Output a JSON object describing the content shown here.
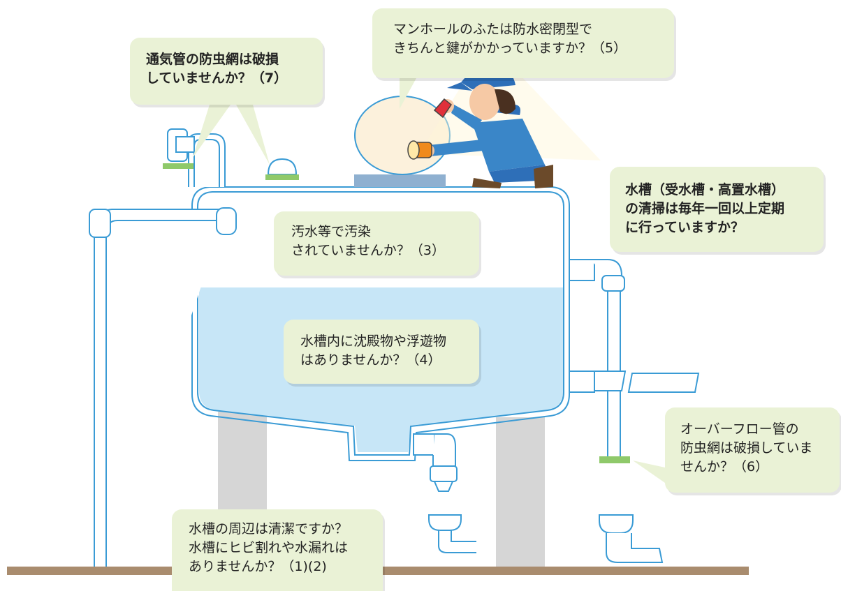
{
  "colors": {
    "pipe": "#3a9bd5",
    "water": "#c7e6f7",
    "note_bg": "#eaf2d6",
    "screen_mesh": "#8fc96a",
    "legs": "#d6d6d6",
    "ground": "#a98c6e"
  },
  "notes": {
    "vent": {
      "lines": [
        "通気管の防虫網は破損",
        "していませんか？（7）"
      ]
    },
    "manhole": {
      "lines": [
        "マンホールのふたは防水密閉型で",
        "きちんと鍵がかかっていますか？（5）"
      ]
    },
    "cleaning": {
      "lines": [
        "水槽（受水槽・高置水槽）",
        "の清掃は毎年一回以上定期",
        "に行っていますか？"
      ]
    },
    "contamination": {
      "lines": [
        "汚水等で汚染",
        "されていませんか？（3）"
      ]
    },
    "sediment": {
      "lines": [
        "水槽内に沈殿物や浮遊物",
        "はありませんか？（4）"
      ]
    },
    "overflow": {
      "lines": [
        "オーバーフロー管の",
        "防虫網は破損していま",
        "せんか？（6）"
      ]
    },
    "surroundings": {
      "lines": [
        "水槽の周辺は清潔ですか？",
        "水槽にヒビ割れや水漏れは",
        "ありませんか？（1)(2)"
      ]
    }
  }
}
